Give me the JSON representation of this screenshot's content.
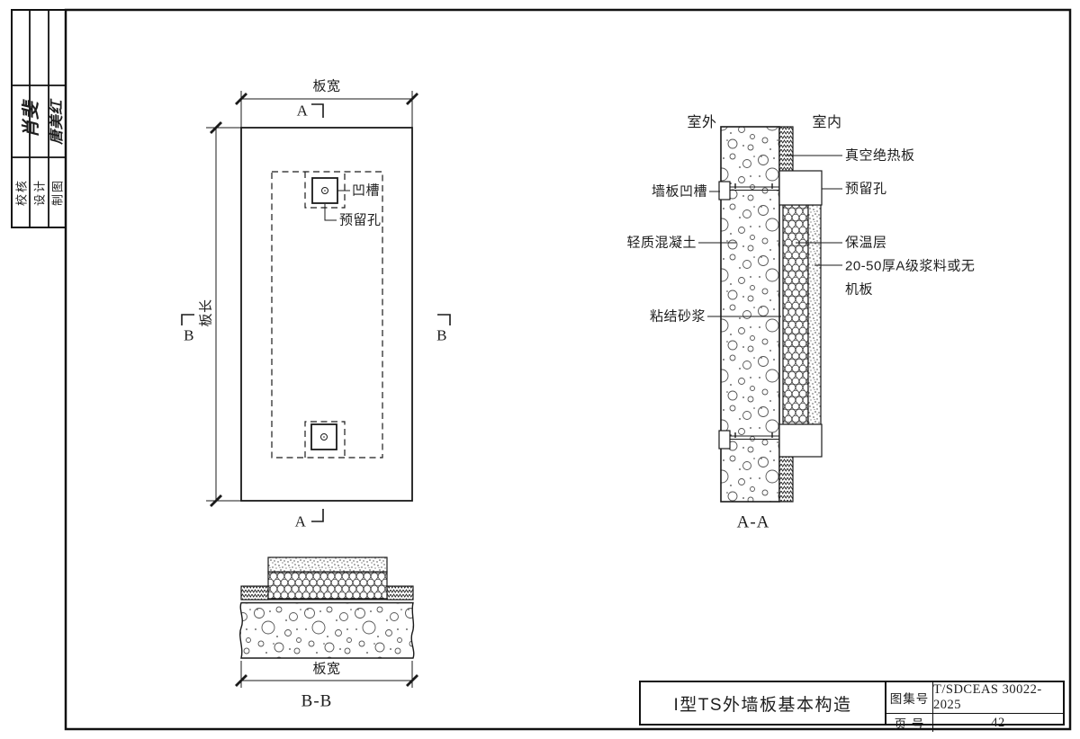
{
  "strip": {
    "check": "校核",
    "design": "设计",
    "draft": "制图",
    "sig1": "肖斐",
    "sig2": "唐美红"
  },
  "plan": {
    "dim_width": "板宽",
    "dim_length": "板长",
    "mark_a": "A",
    "mark_b": "B",
    "groove": "凹槽",
    "hole": "预留孔"
  },
  "section_aa": {
    "outdoor": "室外",
    "indoor": "室内",
    "vip": "真空绝热板",
    "panel_groove": "墙板凹槽",
    "hole": "预留孔",
    "concrete": "轻质混凝土",
    "insulation": "保温层",
    "board1": "20-50厚A级浆料或无",
    "board2": "机板",
    "mortar": "粘结砂浆",
    "caption": "A-A"
  },
  "section_bb": {
    "dim_width": "板宽",
    "caption": "B-B"
  },
  "title_block": {
    "title": "I型TS外墙板基本构造",
    "atlas_label": "图集号",
    "atlas_value": "T/SDCEAS 30022-2025",
    "page_label": "页 号",
    "page_value": "42"
  }
}
